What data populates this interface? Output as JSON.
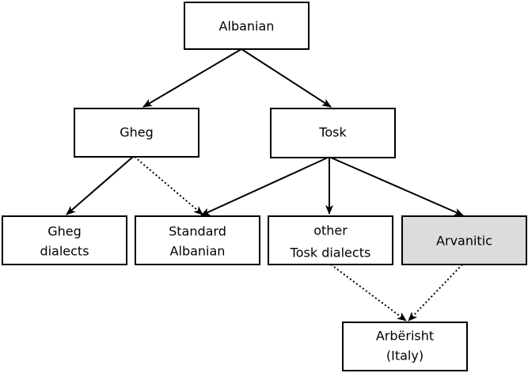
{
  "diagram": {
    "nodes": {
      "albanian": {
        "lines": [
          "Albanian"
        ],
        "fill": "#ffffff"
      },
      "gheg": {
        "lines": [
          "Gheg"
        ],
        "fill": "#ffffff"
      },
      "tosk": {
        "lines": [
          "Tosk"
        ],
        "fill": "#ffffff"
      },
      "gheg_dialects": {
        "lines": [
          "Gheg",
          "dialects"
        ],
        "fill": "#ffffff"
      },
      "standard_albanian": {
        "lines": [
          "Standard",
          "Albanian"
        ],
        "fill": "#ffffff"
      },
      "other_tosk": {
        "lines": [
          "other",
          "Tosk dialects"
        ],
        "fill": "#ffffff"
      },
      "arvanitic": {
        "lines": [
          "Arvanitic"
        ],
        "fill": "#dcdcdc"
      },
      "arberisht": {
        "lines": [
          "Arbërisht",
          "(Italy)"
        ],
        "fill": "#ffffff"
      }
    },
    "edges": [
      {
        "from": "albanian",
        "to": "gheg",
        "style": "solid"
      },
      {
        "from": "albanian",
        "to": "tosk",
        "style": "solid"
      },
      {
        "from": "gheg",
        "to": "gheg_dialects",
        "style": "solid"
      },
      {
        "from": "gheg",
        "to": "standard_albanian",
        "style": "dotted"
      },
      {
        "from": "tosk",
        "to": "standard_albanian",
        "style": "solid"
      },
      {
        "from": "tosk",
        "to": "other_tosk",
        "style": "solid"
      },
      {
        "from": "tosk",
        "to": "arvanitic",
        "style": "solid"
      },
      {
        "from": "other_tosk",
        "to": "arberisht",
        "style": "dotted"
      },
      {
        "from": "arvanitic",
        "to": "arberisht",
        "style": "dotted"
      }
    ]
  }
}
